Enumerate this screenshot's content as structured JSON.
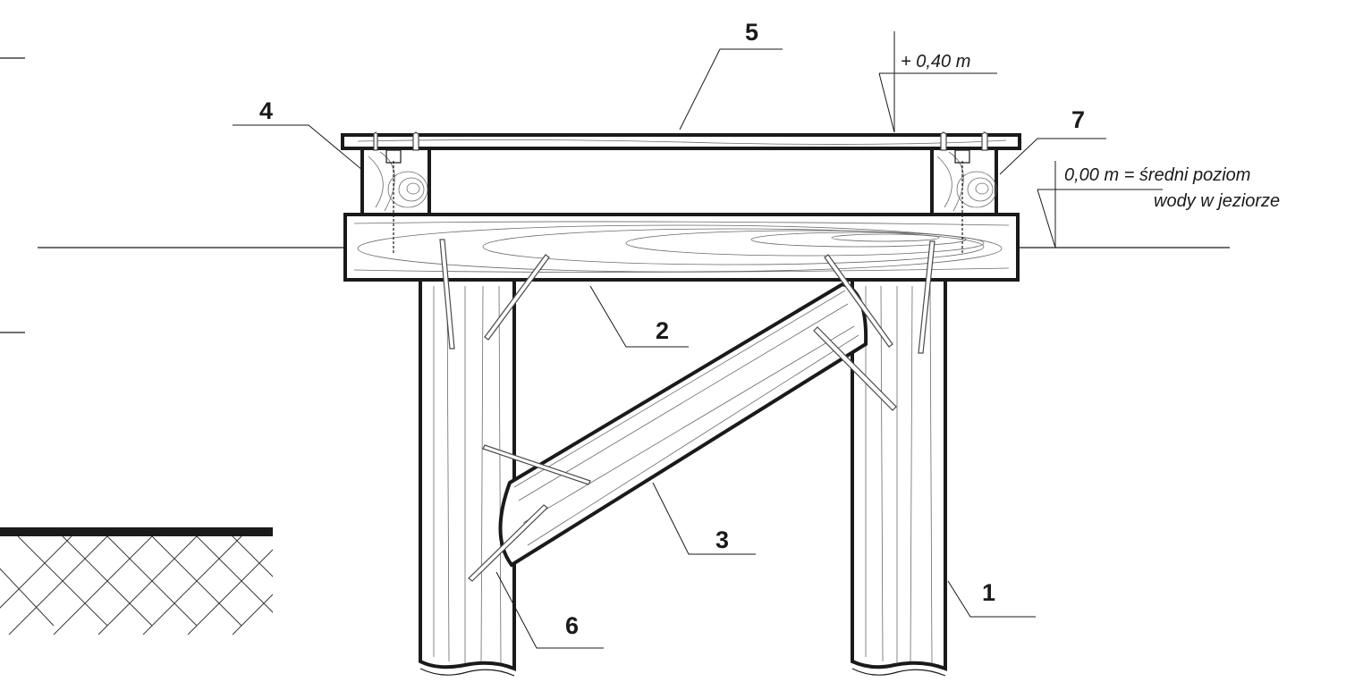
{
  "callouts": [
    {
      "id": "1",
      "label": "1"
    },
    {
      "id": "2",
      "label": "2"
    },
    {
      "id": "3",
      "label": "3"
    },
    {
      "id": "4",
      "label": "4"
    },
    {
      "id": "5",
      "label": "5"
    },
    {
      "id": "6",
      "label": "6"
    },
    {
      "id": "7",
      "label": "7"
    }
  ],
  "levels": {
    "top": "+ 0,40 m",
    "water_line1": "0,00 m = średni poziom",
    "water_line2": "wody w jeziorze"
  },
  "colors": {
    "ink": "#1a1a1a",
    "grain": "#6a6a6a",
    "paper": "#ffffff"
  }
}
